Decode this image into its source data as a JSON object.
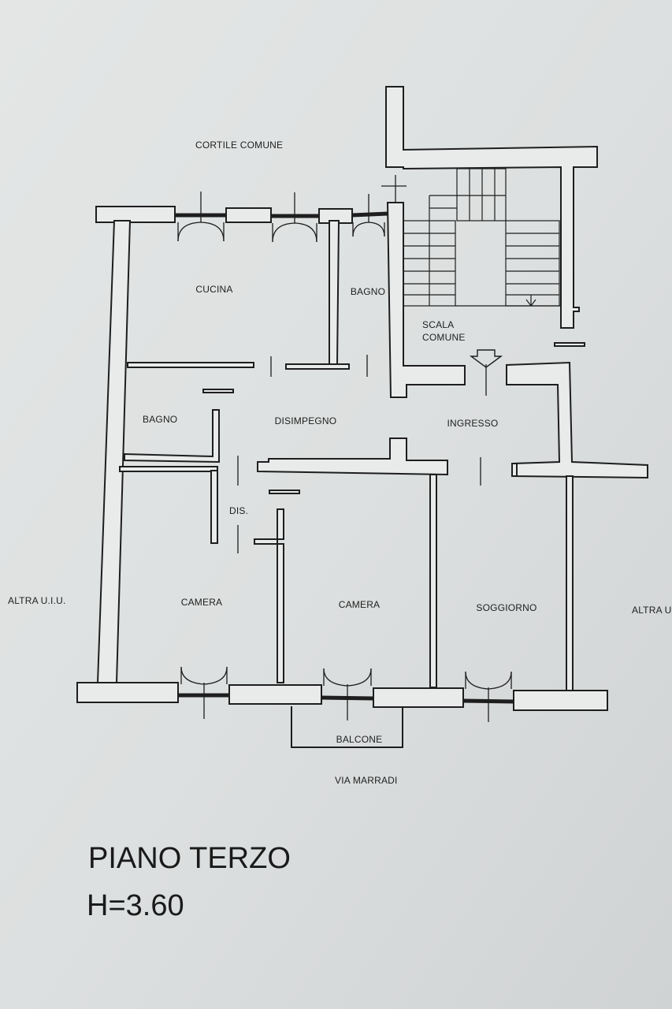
{
  "surroundings": {
    "courtyard": "CORTILE COMUNE",
    "street": "VIA MARRADI",
    "neighbor_left": "ALTRA U.I.U.",
    "neighbor_right": "ALTRA U"
  },
  "rooms": {
    "kitchen": "CUCINA",
    "bathroom_top": "BAGNO",
    "stairs_line1": "SCALA",
    "stairs_line2": "COMUNE",
    "bathroom_left": "BAGNO",
    "hallway": "DISIMPEGNO",
    "entrance": "INGRESSO",
    "small_hall": "DIS.",
    "bedroom_left": "CAMERA",
    "bedroom_middle": "CAMERA",
    "living_room": "SOGGIORNO",
    "balcony": "BALCONE"
  },
  "plan_info": {
    "floor": "PIANO TERZO",
    "ceiling_height": "H=3.60"
  },
  "colors": {
    "paper": "#dcdfdf",
    "wall_fill": "#e9ebeb",
    "ink": "#1e1e1e"
  }
}
